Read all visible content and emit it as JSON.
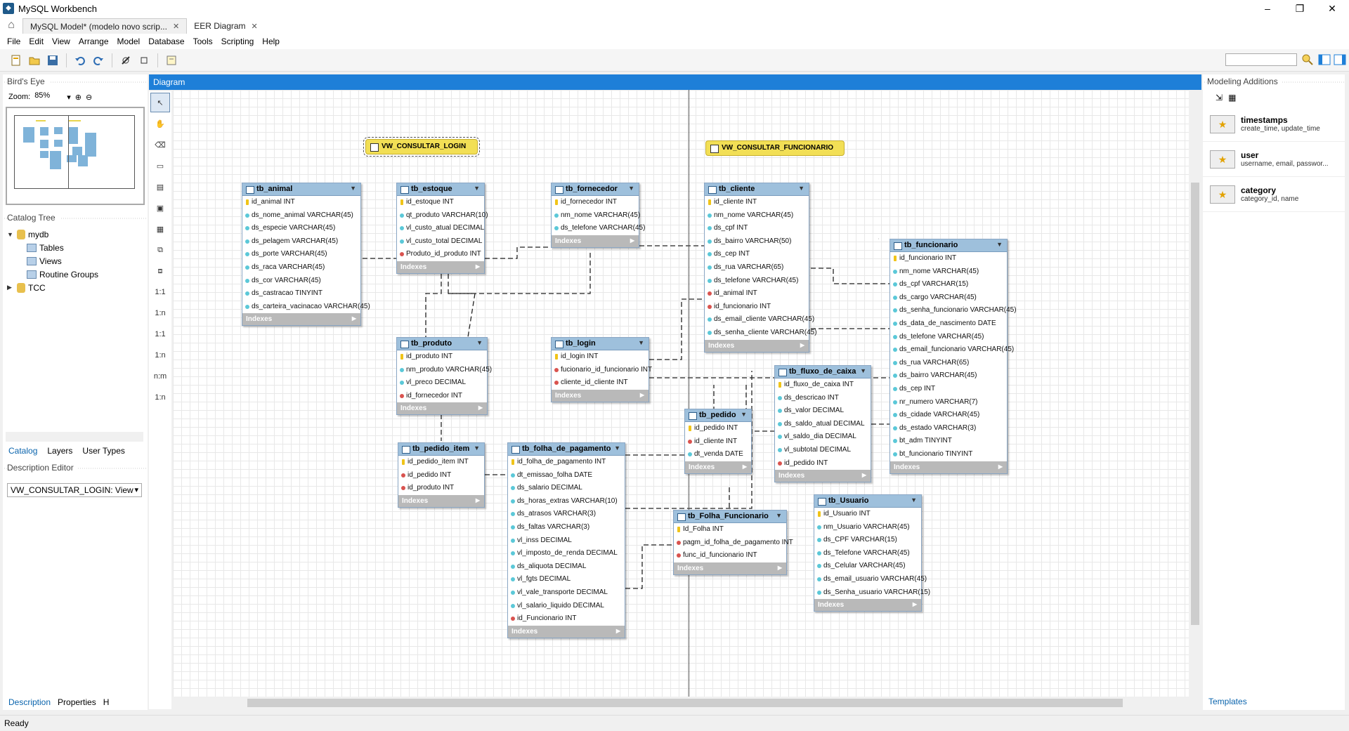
{
  "window": {
    "title": "MySQL Workbench"
  },
  "tabs": [
    {
      "label": "MySQL Model* (modelo novo scrip..."
    },
    {
      "label": "EER Diagram"
    }
  ],
  "menu": [
    "File",
    "Edit",
    "View",
    "Arrange",
    "Model",
    "Database",
    "Tools",
    "Scripting",
    "Help"
  ],
  "left": {
    "birds_eye_title": "Bird's Eye",
    "zoom_label": "Zoom:",
    "zoom_value": "85%",
    "catalog_title": "Catalog Tree",
    "tree": {
      "db1": "mydb",
      "tables": "Tables",
      "views": "Views",
      "routines": "Routine Groups",
      "db2": "TCC"
    },
    "subtabs": [
      "Catalog",
      "Layers",
      "User Types"
    ],
    "desc_title": "Description Editor",
    "desc_selected": "VW_CONSULTAR_LOGIN: View",
    "bottom_tabs": [
      "Description",
      "Properties",
      "H"
    ]
  },
  "diagram": {
    "title": "Diagram"
  },
  "views": [
    {
      "name": "VW_CONSULTAR_LOGIN"
    },
    {
      "name": "VW_CONSULTAR_FUNCIONARIO"
    }
  ],
  "entities": [
    {
      "name": "tb_animal",
      "columns": [
        {
          "t": "id_animal INT",
          "k": "pk"
        },
        {
          "t": "ds_nome_animal VARCHAR(45)"
        },
        {
          "t": "ds_especie VARCHAR(45)"
        },
        {
          "t": "ds_pelagem VARCHAR(45)"
        },
        {
          "t": "ds_porte VARCHAR(45)"
        },
        {
          "t": "ds_raca VARCHAR(45)"
        },
        {
          "t": "ds_cor VARCHAR(45)"
        },
        {
          "t": "ds_castracao TINYINT"
        },
        {
          "t": "ds_carteira_vacinacao VARCHAR(45)"
        }
      ]
    },
    {
      "name": "tb_estoque",
      "columns": [
        {
          "t": "id_estoque INT",
          "k": "pk"
        },
        {
          "t": "qt_produto VARCHAR(10)"
        },
        {
          "t": "vl_custo_atual DECIMAL"
        },
        {
          "t": "vl_custo_total DECIMAL"
        },
        {
          "t": "Produto_id_produto INT",
          "k": "fk"
        }
      ]
    },
    {
      "name": "tb_fornecedor",
      "columns": [
        {
          "t": "id_fornecedor INT",
          "k": "pk"
        },
        {
          "t": "nm_nome VARCHAR(45)"
        },
        {
          "t": "ds_telefone VARCHAR(45)"
        }
      ]
    },
    {
      "name": "tb_cliente",
      "columns": [
        {
          "t": "id_cliente INT",
          "k": "pk"
        },
        {
          "t": "nm_nome VARCHAR(45)"
        },
        {
          "t": "ds_cpf INT"
        },
        {
          "t": "ds_bairro VARCHAR(50)"
        },
        {
          "t": "ds_cep INT"
        },
        {
          "t": "ds_rua VARCHAR(65)"
        },
        {
          "t": "ds_telefone VARCHAR(45)"
        },
        {
          "t": "id_animal INT",
          "k": "fk"
        },
        {
          "t": "id_funcionario INT",
          "k": "fk"
        },
        {
          "t": "ds_email_cliente VARCHAR(45)"
        },
        {
          "t": "ds_senha_cliente VARCHAR(45)"
        }
      ]
    },
    {
      "name": "tb_funcionario",
      "columns": [
        {
          "t": "id_funcionario INT",
          "k": "pk"
        },
        {
          "t": "nm_nome VARCHAR(45)"
        },
        {
          "t": "ds_cpf VARCHAR(15)"
        },
        {
          "t": "ds_cargo VARCHAR(45)"
        },
        {
          "t": "ds_senha_funcionario VARCHAR(45)"
        },
        {
          "t": "ds_data_de_nascimento DATE"
        },
        {
          "t": "ds_telefone VARCHAR(45)"
        },
        {
          "t": "ds_email_funcionario VARCHAR(45)"
        },
        {
          "t": "ds_rua VARCHAR(65)"
        },
        {
          "t": "ds_bairro VARCHAR(45)"
        },
        {
          "t": "ds_cep INT"
        },
        {
          "t": "nr_numero VARCHAR(7)"
        },
        {
          "t": "ds_cidade VARCHAR(45)"
        },
        {
          "t": "ds_estado VARCHAR(3)"
        },
        {
          "t": "bt_adm TINYINT"
        },
        {
          "t": "bt_funcionario TINYINT"
        }
      ]
    },
    {
      "name": "tb_produto",
      "columns": [
        {
          "t": "id_produto INT",
          "k": "pk"
        },
        {
          "t": "nm_produto VARCHAR(45)"
        },
        {
          "t": "vl_preco DECIMAL"
        },
        {
          "t": "id_fornecedor INT",
          "k": "fk"
        }
      ]
    },
    {
      "name": "tb_login",
      "columns": [
        {
          "t": "id_login INT",
          "k": "pk"
        },
        {
          "t": "fucionario_id_funcionario INT",
          "k": "fk"
        },
        {
          "t": "cliente_id_cliente INT",
          "k": "fk"
        }
      ]
    },
    {
      "name": "tb_fluxo_de_caixa",
      "columns": [
        {
          "t": "id_fluxo_de_caixa INT",
          "k": "pk"
        },
        {
          "t": "ds_descricao INT"
        },
        {
          "t": "ds_valor DECIMAL"
        },
        {
          "t": "ds_saldo_atual DECIMAL"
        },
        {
          "t": "vl_saldo_dia DECIMAL"
        },
        {
          "t": "vl_subtotal DECIMAL"
        },
        {
          "t": "id_pedido INT",
          "k": "fk"
        }
      ]
    },
    {
      "name": "tb_pedido",
      "columns": [
        {
          "t": "id_pedido INT",
          "k": "pk"
        },
        {
          "t": "id_cliente INT",
          "k": "fk"
        },
        {
          "t": "dt_venda DATE"
        }
      ]
    },
    {
      "name": "tb_pedido_item",
      "columns": [
        {
          "t": "id_pedido_item INT",
          "k": "pk"
        },
        {
          "t": "id_pedido INT",
          "k": "fk"
        },
        {
          "t": "id_produto INT",
          "k": "fk"
        }
      ]
    },
    {
      "name": "tb_folha_de_pagamento",
      "columns": [
        {
          "t": "id_folha_de_pagamento INT",
          "k": "pk"
        },
        {
          "t": "dt_emissao_folha DATE"
        },
        {
          "t": "ds_salario DECIMAL"
        },
        {
          "t": "ds_horas_extras VARCHAR(10)"
        },
        {
          "t": "ds_atrasos VARCHAR(3)"
        },
        {
          "t": "ds_faltas VARCHAR(3)"
        },
        {
          "t": "vl_inss DECIMAL"
        },
        {
          "t": "vl_imposto_de_renda DECIMAL"
        },
        {
          "t": "ds_aliquota DECIMAL"
        },
        {
          "t": "vl_fgts DECIMAL"
        },
        {
          "t": "vl_vale_transporte DECIMAL"
        },
        {
          "t": "vl_salario_liquido DECIMAL"
        },
        {
          "t": "id_Funcionario INT",
          "k": "fk"
        }
      ]
    },
    {
      "name": "tb_Folha_Funcionario",
      "columns": [
        {
          "t": "Id_Folha INT",
          "k": "pk"
        },
        {
          "t": "pagm_id_folha_de_pagamento INT",
          "k": "fk"
        },
        {
          "t": "func_id_funcionario INT",
          "k": "fk"
        }
      ]
    },
    {
      "name": "tb_Usuario",
      "columns": [
        {
          "t": "id_Usuario INT",
          "k": "pk"
        },
        {
          "t": "nm_Usuario VARCHAR(45)"
        },
        {
          "t": "ds_CPF VARCHAR(15)"
        },
        {
          "t": "ds_Telefone VARCHAR(45)"
        },
        {
          "t": "ds_Celular VARCHAR(45)"
        },
        {
          "t": "ds_email_usuario VARCHAR(45)"
        },
        {
          "t": "ds_Senha_usuario VARCHAR(15)"
        }
      ]
    }
  ],
  "indexes_label": "Indexes",
  "right": {
    "title": "Modeling Additions",
    "items": [
      {
        "title": "timestamps",
        "sub": "create_time, update_time"
      },
      {
        "title": "user",
        "sub": "username, email, passwor..."
      },
      {
        "title": "category",
        "sub": "category_id, name"
      }
    ],
    "templates_tab": "Templates"
  },
  "status": {
    "text": "Ready"
  },
  "colors": {
    "diagram_header": "#1e7fd8",
    "entity_header": "#9ec0dc",
    "view_fill": "#f2df55"
  }
}
